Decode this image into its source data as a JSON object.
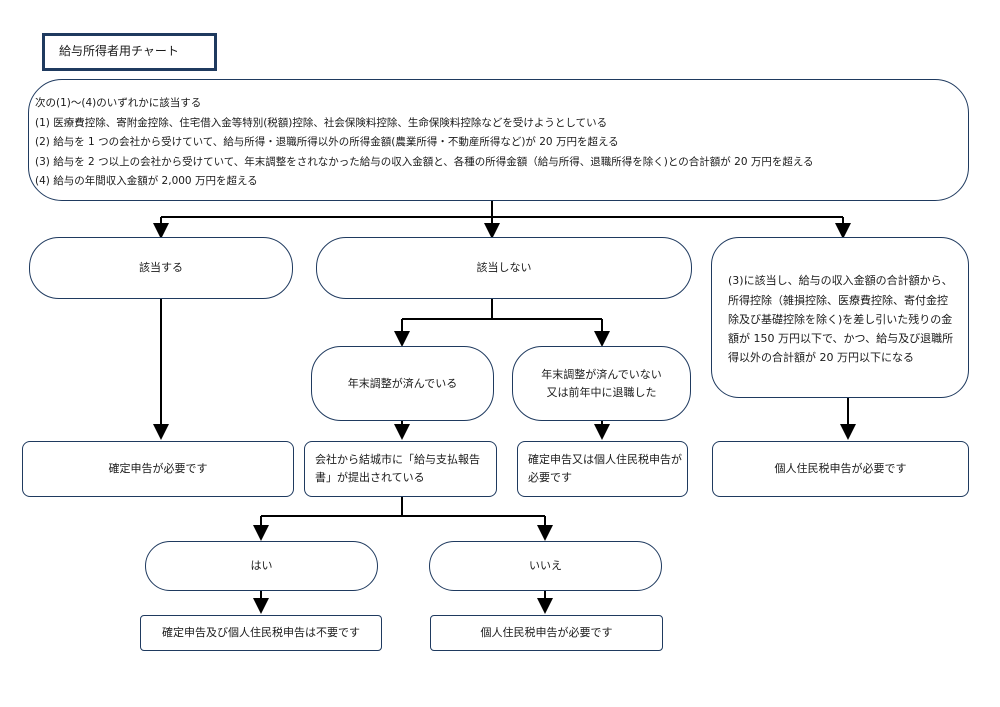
{
  "title": "給与所得者用チャート",
  "conditions": {
    "heading": "次の(1)～(4)のいずれかに該当する",
    "items": [
      "(1) 医療費控除、寄附金控除、住宅借入金等特別(税額)控除、社会保険料控除、生命保険料控除などを受けようとしている",
      "(2) 給与を 1 つの会社から受けていて、給与所得・退職所得以外の所得金額(農業所得・不動産所得など)が 20 万円を超える",
      "(3) 給与を 2 つ以上の会社から受けていて、年末調整をされなかった給与の収入金額と、各種の所得金額（給与所得、退職所得を除く)との合計額が 20 万円を超える",
      "(4) 給与の年間収入金額が 2,000 万円を超える"
    ]
  },
  "branches": {
    "applies": "該当する",
    "not_applies": "該当しない",
    "case3": "(3)に該当し、給与の収入金額の合計額から、所得控除（雑損控除、医療費控除、寄付金控除及び基礎控除を除く)を差し引いた残りの金額が 150 万円以下で、かつ、給与及び退職所得以外の合計額が 20 万円以下になる"
  },
  "nenmatsu": {
    "done": "年末調整が済んでいる",
    "not_done": "年末調整が済んでいない\n又は前年中に退職した"
  },
  "results": {
    "applies": "確定申告が必要です",
    "report_question": "会社から結城市に「給与支払報告書」が提出されている",
    "not_done": "確定申告又は個人住民税申告が必要です",
    "case3": "個人住民税申告が必要です"
  },
  "answers": {
    "yes": "はい",
    "no": "いいえ",
    "yes_result": "確定申告及び個人住民税申告は不要です",
    "no_result": "個人住民税申告が必要です"
  }
}
